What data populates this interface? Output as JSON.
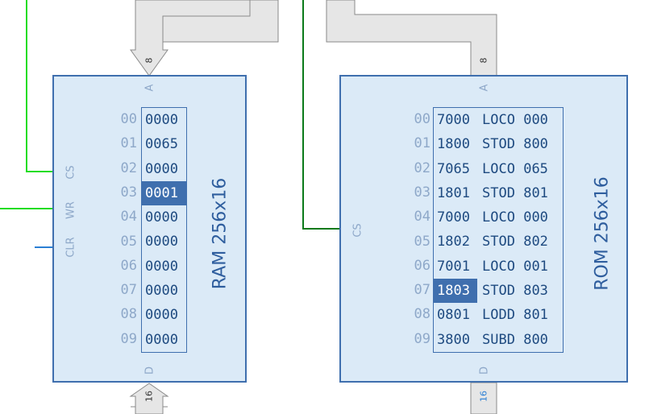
{
  "ram": {
    "title": "RAM 256x16",
    "pins": {
      "a": "A",
      "cs": "CS",
      "wr": "WR",
      "clr": "CLR",
      "d": "D"
    },
    "addr_bus_width": "8",
    "data_bus_width": "16",
    "rows": [
      {
        "addr": "00",
        "value": "0000"
      },
      {
        "addr": "01",
        "value": "0065"
      },
      {
        "addr": "02",
        "value": "0000"
      },
      {
        "addr": "03",
        "value": "0001"
      },
      {
        "addr": "04",
        "value": "0000"
      },
      {
        "addr": "05",
        "value": "0000"
      },
      {
        "addr": "06",
        "value": "0000"
      },
      {
        "addr": "07",
        "value": "0000"
      },
      {
        "addr": "08",
        "value": "0000"
      },
      {
        "addr": "09",
        "value": "0000"
      }
    ],
    "selected_row": "03"
  },
  "rom": {
    "title": "ROM 256x16",
    "pins": {
      "a": "A",
      "cs": "CS",
      "d": "D"
    },
    "addr_bus_width": "8",
    "data_bus_width": "16",
    "rows": [
      {
        "addr": "00",
        "hex": "7000",
        "mnemonic": "LOCO",
        "operand": "000"
      },
      {
        "addr": "01",
        "hex": "1800",
        "mnemonic": "STOD",
        "operand": "800"
      },
      {
        "addr": "02",
        "hex": "7065",
        "mnemonic": "LOCO",
        "operand": "065"
      },
      {
        "addr": "03",
        "hex": "1801",
        "mnemonic": "STOD",
        "operand": "801"
      },
      {
        "addr": "04",
        "hex": "7000",
        "mnemonic": "LOCO",
        "operand": "000"
      },
      {
        "addr": "05",
        "hex": "1802",
        "mnemonic": "STOD",
        "operand": "802"
      },
      {
        "addr": "06",
        "hex": "7001",
        "mnemonic": "LOCO",
        "operand": "001"
      },
      {
        "addr": "07",
        "hex": "1803",
        "mnemonic": "STOD",
        "operand": "803"
      },
      {
        "addr": "08",
        "hex": "0801",
        "mnemonic": "LODD",
        "operand": "801"
      },
      {
        "addr": "09",
        "hex": "3800",
        "mnemonic": "SUBD",
        "operand": "800"
      }
    ],
    "selected_row": "07"
  },
  "colors": {
    "block_fill": "#dbeaf7",
    "block_border": "#3f6fae",
    "bus_fill": "#e6e6e6",
    "bus_border": "#8a8a8a",
    "wire_green": "#22dd22",
    "wire_dark_green": "#0b7a1a",
    "wire_blue": "#2a7fd4",
    "selection": "#3f6fae"
  }
}
